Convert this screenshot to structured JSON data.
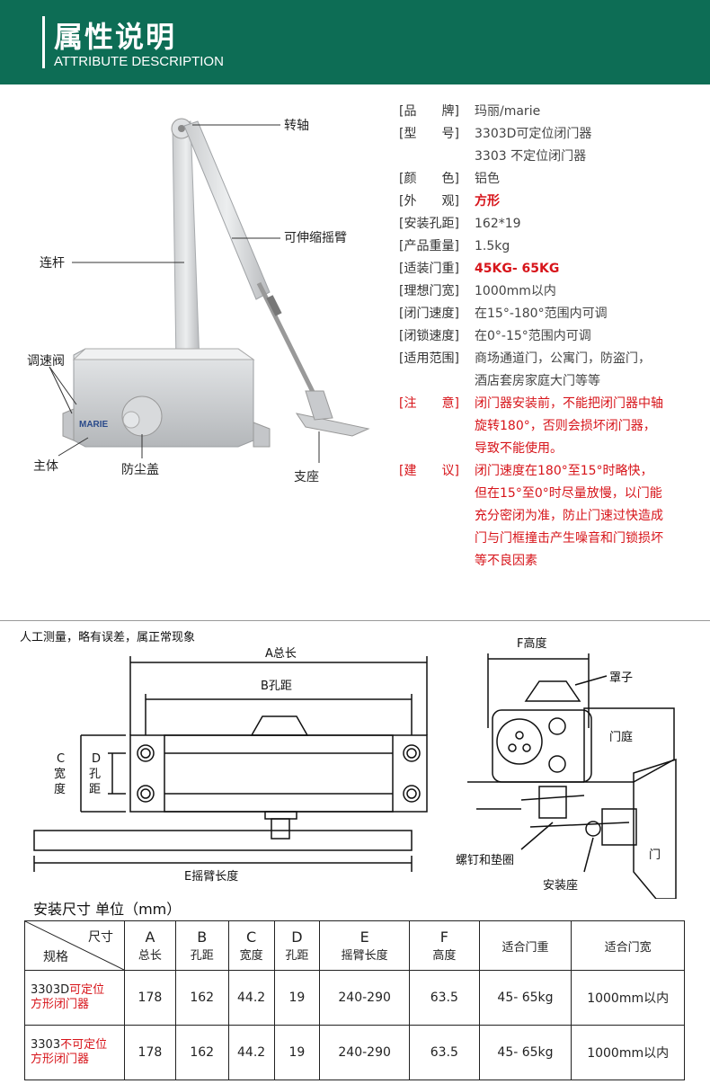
{
  "header": {
    "title": "属性说明",
    "subtitle": "ATTRIBUTE DESCRIPTION"
  },
  "product_labels": {
    "pivot": "转轴",
    "arm": "可伸缩摇臂",
    "rod": "连杆",
    "valve": "调速阀",
    "body": "主体",
    "cap": "防尘盖",
    "bracket": "支座",
    "brand": "MARIE"
  },
  "specs": [
    {
      "key": "[品　　牌]",
      "value": "玛丽/marie"
    },
    {
      "key": "[型　　号]",
      "value": "3303D可定位闭门器"
    },
    {
      "key": "",
      "value": "3303 不定位闭门器"
    },
    {
      "key": "[颜　　色]",
      "value": "铝色"
    },
    {
      "key": "[外　　观]",
      "value": "方形"
    },
    {
      "key": "[安装孔距]",
      "value": "162*19"
    },
    {
      "key": "[产品重量]",
      "value": "1.5kg"
    },
    {
      "key": "[适装门重]",
      "value": "45KG- 65KG"
    },
    {
      "key": "[理想门宽]",
      "value": "1000mm以内"
    },
    {
      "key": "[闭门速度]",
      "value": "在15°-180°范围内可调"
    },
    {
      "key": "[闭锁速度]",
      "value": "在0°-15°范围内可调"
    },
    {
      "key": "[适用范围]",
      "value": "商场通道门，公寓门，防盗门，"
    },
    {
      "key": "",
      "value": "酒店套房家庭大门等等"
    },
    {
      "key": "[注　　意]",
      "value": "闭门器安装前，不能把闭门器中轴"
    },
    {
      "key": "",
      "value": "旋转180°，否则会损坏闭门器，"
    },
    {
      "key": "",
      "value": "导致不能使用。"
    },
    {
      "key": "[建　　议]",
      "value": "闭门速度在180°至15°时略快，"
    },
    {
      "key": "",
      "value": "但在15°至0°时尽量放慢，以门能"
    },
    {
      "key": "",
      "value": "充分密闭为准，防止门速过快造成"
    },
    {
      "key": "",
      "value": "门与门框撞击产生噪音和门锁损坏"
    },
    {
      "key": "",
      "value": "等不良因素"
    }
  ],
  "measure_note": "人工测量，略有误差，属正常现象",
  "diagram": {
    "a_total": "A总长",
    "b_hole": "B孔距",
    "c_width": [
      "C",
      "宽",
      "度"
    ],
    "d_hole": [
      "D",
      "孔",
      "距"
    ],
    "e_arm": "E摇臂长度",
    "f_height": "F高度",
    "cover": "罩子",
    "door_frame": "门庭",
    "door": "门",
    "screw": "螺钉和垫圈",
    "mount": "安装座"
  },
  "dims_title": "安装尺寸 单位（mm）",
  "table": {
    "corner_top": "尺寸",
    "corner_bottom": "规格",
    "headers": [
      {
        "big": "A",
        "small": "总长"
      },
      {
        "big": "B",
        "small": "孔距"
      },
      {
        "big": "C",
        "small": "宽度"
      },
      {
        "big": "D",
        "small": "孔距"
      },
      {
        "big": "E",
        "small": "摇臂长度"
      },
      {
        "big": "F",
        "small": "高度"
      },
      {
        "big": "",
        "small": "适合门重"
      },
      {
        "big": "",
        "small": "适合门宽"
      }
    ],
    "rows": [
      {
        "model_black": "3303D",
        "model_red1": "可定位",
        "model_red2": "方形闭门器",
        "values": [
          "178",
          "162",
          "44.2",
          "19",
          "240-290",
          "63.5",
          "45- 65kg",
          "1000mm以内"
        ]
      },
      {
        "model_black": "3303",
        "model_red1": "不可定位",
        "model_red2": "方形闭门器",
        "values": [
          "178",
          "162",
          "44.2",
          "19",
          "240-290",
          "63.5",
          "45- 65kg",
          "1000mm以内"
        ]
      }
    ]
  }
}
